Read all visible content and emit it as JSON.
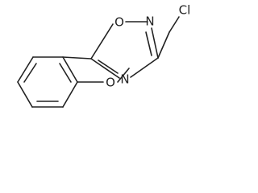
{
  "molecule": {
    "atoms": {
      "ring_oxygen": "O",
      "ring_nitrogen_top": "N",
      "ring_nitrogen_bottom": "N",
      "chlorine": "Cl",
      "methoxy_oxygen": "O"
    }
  },
  "colors": {
    "ink": "#222222",
    "background": "#ffffff"
  }
}
